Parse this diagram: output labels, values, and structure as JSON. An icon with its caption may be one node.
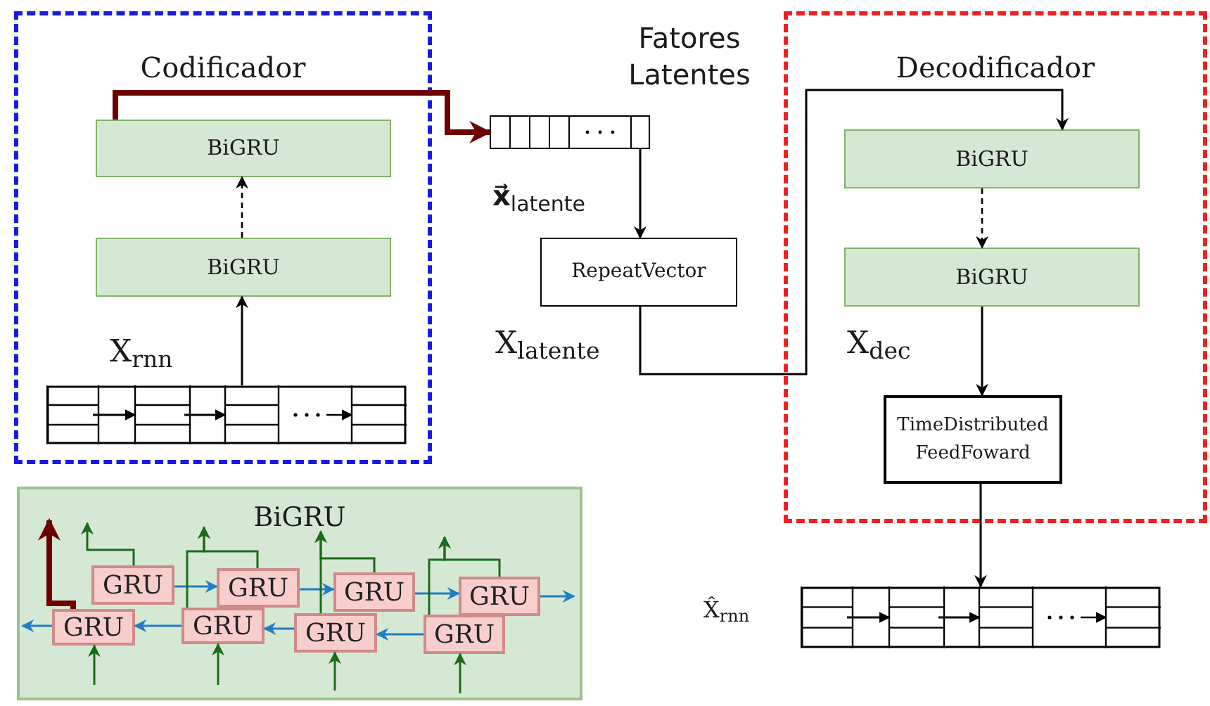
{
  "diagram": {
    "nodes": [
      {
        "text": [
          "Codificador"
        ]
      },
      {
        "text": [
          "BiGRU"
        ],
        "in": 0
      },
      {
        "text": [
          "BiGRU"
        ],
        "in": 0
      },
      {
        "text": [],
        "shape": "box",
        "in": 0,
        "beside": [
          "X$_{rnn}$"
        ]
      },
      {
        "text": [],
        "shape": "box",
        "beside": [
          "Fatores Latentes",
          "**x⃗**$_{latente}$"
        ]
      },
      {
        "text": [
          "RepeatVector"
        ],
        "beside": [
          "X$_{latente}$"
        ]
      },
      {
        "text": [
          "Decodificador"
        ]
      },
      {
        "text": [
          "BiGRU"
        ],
        "in": 6
      },
      {
        "text": [
          "BiGRU"
        ],
        "in": 6,
        "beside": [
          "X$_{dec}$"
        ]
      },
      {
        "text": [
          "TimeDistributed FeedFoward"
        ],
        "in": 6
      },
      {
        "text": [],
        "shape": "box",
        "beside": [
          "X̂$_{rnn}$"
        ]
      },
      {
        "text": [
          "BiGRU"
        ]
      },
      {
        "text": [
          "GRU"
        ],
        "in": 11
      },
      {
        "text": [
          "GRU"
        ],
        "in": 11
      },
      {
        "text": [
          "GRU"
        ],
        "in": 11
      },
      {
        "text": [
          "GRU"
        ],
        "in": 11
      },
      {
        "text": [
          "GRU"
        ],
        "in": 11
      },
      {
        "text": [
          "GRU"
        ],
        "in": 11
      },
      {
        "text": [
          "GRU"
        ],
        "in": 11
      },
      {
        "text": [
          "GRU"
        ],
        "in": 11
      }
    ],
    "edges": [
      {
        "from": 3,
        "to": 2,
        "arrow": "to",
        "color": "#000000"
      },
      {
        "from": 2,
        "to": 1,
        "arrow": "to",
        "style": "dashed",
        "color": "#000000"
      },
      {
        "from": 1,
        "to": 4,
        "arrow": "to",
        "style": "thick",
        "color": "#6f0000"
      },
      {
        "from": 4,
        "to": 5,
        "arrow": "to",
        "color": "#000000"
      },
      {
        "from": 5,
        "to": 7,
        "arrow": "to",
        "color": "#000000"
      },
      {
        "from": 7,
        "to": 8,
        "arrow": "to",
        "style": "dashed",
        "color": "#000000"
      },
      {
        "from": 8,
        "to": 9,
        "arrow": "to",
        "color": "#000000"
      },
      {
        "from": 9,
        "to": 10,
        "arrow": "to",
        "color": "#000000"
      },
      {
        "from": 12,
        "to": 13,
        "arrow": "to",
        "color": "#1f7fc4"
      },
      {
        "from": 13,
        "to": 14,
        "arrow": "to",
        "color": "#1f7fc4"
      },
      {
        "from": 14,
        "to": 15,
        "arrow": "to",
        "color": "#1f7fc4"
      },
      {
        "from": 15,
        "to": null,
        "arrow": "to",
        "color": "#1f7fc4"
      },
      {
        "from": 19,
        "to": 18,
        "arrow": "to",
        "color": "#1f7fc4"
      },
      {
        "from": 18,
        "to": 17,
        "arrow": "to",
        "color": "#1f7fc4"
      },
      {
        "from": 17,
        "to": 16,
        "arrow": "to",
        "color": "#1f7fc4"
      },
      {
        "from": 16,
        "to": null,
        "arrow": "to",
        "color": "#1f7fc4"
      },
      {
        "from": null,
        "to": 16,
        "arrow": "to",
        "color": "#1a6b1a"
      },
      {
        "from": null,
        "to": 17,
        "arrow": "to",
        "color": "#1a6b1a"
      },
      {
        "from": null,
        "to": 18,
        "arrow": "to",
        "color": "#1a6b1a"
      },
      {
        "from": null,
        "to": 19,
        "arrow": "to",
        "color": "#1a6b1a"
      },
      {
        "from": 12,
        "to": null,
        "arrow": "to",
        "color": "#1a6b1a"
      },
      {
        "from": 16,
        "to": null,
        "arrow": "to",
        "style": "thick",
        "color": "#6f0000"
      },
      {
        "from": 13,
        "to": null,
        "arrow": "to",
        "color": "#1a6b1a"
      },
      {
        "from": 17,
        "to": null,
        "arrow": "to",
        "color": "#1a6b1a"
      },
      {
        "from": 14,
        "to": null,
        "arrow": "to",
        "color": "#1a6b1a"
      },
      {
        "from": 18,
        "to": null,
        "arrow": "to",
        "color": "#1a6b1a"
      },
      {
        "from": 15,
        "to": null,
        "arrow": "to",
        "color": "#1a6b1a"
      },
      {
        "from": 19,
        "to": null,
        "arrow": "to",
        "color": "#1a6b1a"
      }
    ]
  }
}
